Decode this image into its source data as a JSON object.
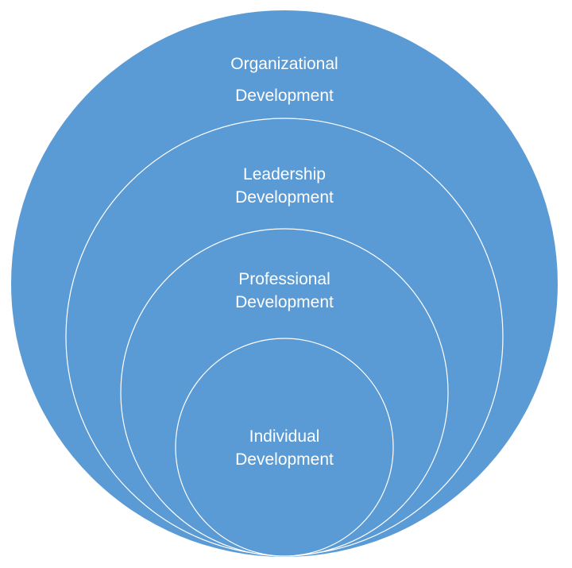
{
  "diagram": {
    "type": "nested-circles",
    "fill_color": "#5b9bd5",
    "stroke_color": "#ffffff",
    "circles": [
      {
        "line1": "Organizational",
        "line2": "Development"
      },
      {
        "line1": "Leadership",
        "line2": "Development"
      },
      {
        "line1": "Professional",
        "line2": "Development"
      },
      {
        "line1": "Individual",
        "line2": "Development"
      }
    ]
  }
}
